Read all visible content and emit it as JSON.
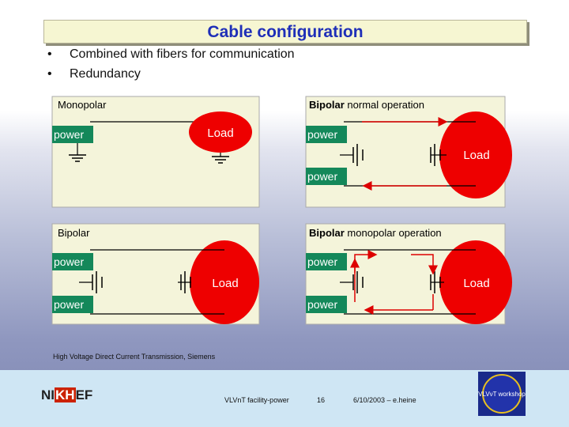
{
  "title": "Cable configuration",
  "bullets": [
    "Combined with fibers for communication",
    "Redundancy"
  ],
  "panels": [
    {
      "heading": "Monopolar",
      "heading_rest": "",
      "power1": "power",
      "load": "Load"
    },
    {
      "heading": "Bipolar",
      "heading_rest": " normal operation",
      "power1": "power",
      "power2": "power",
      "load": "Load"
    },
    {
      "heading": "Bipolar",
      "heading_rest": "",
      "power1": "power",
      "power2": "power",
      "load": "Load"
    },
    {
      "heading": "Bipolar",
      "heading_rest": " monopolar operation",
      "power1": "power",
      "power2": "power",
      "load": "Load"
    }
  ],
  "caption": "High Voltage Direct Current Transmission, Siemens",
  "footer": {
    "logo_left": "NI",
    "logo_mid": "KH",
    "logo_right": "EF",
    "center": "VLVnT facility-power",
    "page": "16",
    "date": "6/10/2003 – e.heine",
    "badge": "VLVνT workshop"
  },
  "colors": {
    "title": "#1f2fb8",
    "power_box": "#14885a",
    "load": "#ee0000",
    "arrow": "#dd0000",
    "panel": "#f4f4da"
  }
}
